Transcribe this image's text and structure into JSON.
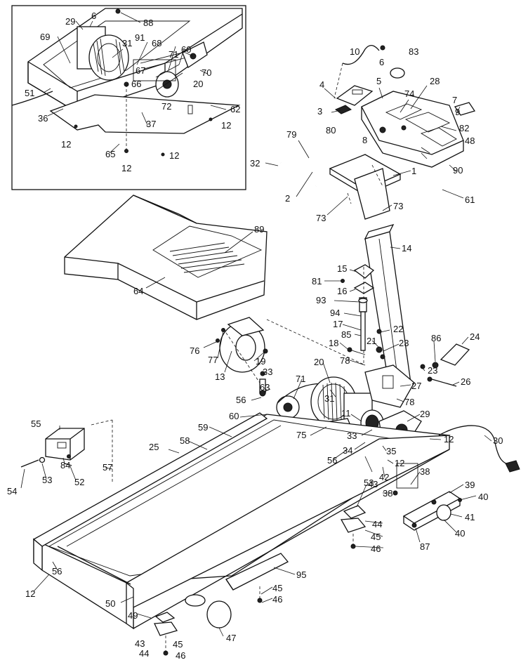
{
  "callouts": [
    {
      "id": "c29a",
      "text": "29"
    },
    {
      "id": "c6a",
      "text": "6"
    },
    {
      "id": "c88",
      "text": "88"
    },
    {
      "id": "c69",
      "text": "69"
    },
    {
      "id": "c31a",
      "text": "31"
    },
    {
      "id": "c91",
      "text": "91"
    },
    {
      "id": "c68",
      "text": "68"
    },
    {
      "id": "c71a",
      "text": "71"
    },
    {
      "id": "c60a",
      "text": "60"
    },
    {
      "id": "c67",
      "text": "67"
    },
    {
      "id": "c70",
      "text": "70"
    },
    {
      "id": "c66",
      "text": "66"
    },
    {
      "id": "c20a",
      "text": "20"
    },
    {
      "id": "c51",
      "text": "51"
    },
    {
      "id": "c72",
      "text": "72"
    },
    {
      "id": "c36",
      "text": "36"
    },
    {
      "id": "c37",
      "text": "37"
    },
    {
      "id": "c62",
      "text": "62"
    },
    {
      "id": "c12a",
      "text": "12"
    },
    {
      "id": "c12b",
      "text": "12"
    },
    {
      "id": "c65",
      "text": "65"
    },
    {
      "id": "c12c",
      "text": "12"
    },
    {
      "id": "c12d",
      "text": "12"
    },
    {
      "id": "c10",
      "text": "10"
    },
    {
      "id": "c83",
      "text": "83"
    },
    {
      "id": "c6b",
      "text": "6"
    },
    {
      "id": "c4",
      "text": "4"
    },
    {
      "id": "c5",
      "text": "5"
    },
    {
      "id": "c28",
      "text": "28"
    },
    {
      "id": "c74",
      "text": "74"
    },
    {
      "id": "c7",
      "text": "7"
    },
    {
      "id": "c3",
      "text": "3"
    },
    {
      "id": "c9",
      "text": "9"
    },
    {
      "id": "c8",
      "text": "8"
    },
    {
      "id": "c80",
      "text": "80"
    },
    {
      "id": "c82",
      "text": "82"
    },
    {
      "id": "c79",
      "text": "79"
    },
    {
      "id": "c48",
      "text": "48"
    },
    {
      "id": "c32",
      "text": "32"
    },
    {
      "id": "c90",
      "text": "90"
    },
    {
      "id": "c1",
      "text": "1"
    },
    {
      "id": "c2",
      "text": "2"
    },
    {
      "id": "c61",
      "text": "61"
    },
    {
      "id": "c73a",
      "text": "73"
    },
    {
      "id": "c73b",
      "text": "73"
    },
    {
      "id": "c89",
      "text": "89"
    },
    {
      "id": "c14",
      "text": "14"
    },
    {
      "id": "c15",
      "text": "15"
    },
    {
      "id": "c81",
      "text": "81"
    },
    {
      "id": "c16",
      "text": "16"
    },
    {
      "id": "c64",
      "text": "64"
    },
    {
      "id": "c93",
      "text": "93"
    },
    {
      "id": "c94",
      "text": "94"
    },
    {
      "id": "c17",
      "text": "17"
    },
    {
      "id": "c22",
      "text": "22"
    },
    {
      "id": "c85",
      "text": "85"
    },
    {
      "id": "c21",
      "text": "21"
    },
    {
      "id": "c86",
      "text": "86"
    },
    {
      "id": "c24",
      "text": "24"
    },
    {
      "id": "c18",
      "text": "18"
    },
    {
      "id": "c23a",
      "text": "23"
    },
    {
      "id": "c76",
      "text": "76"
    },
    {
      "id": "c77",
      "text": "77"
    },
    {
      "id": "c19",
      "text": "19"
    },
    {
      "id": "c78a",
      "text": "78"
    },
    {
      "id": "c20b",
      "text": "20"
    },
    {
      "id": "c23b",
      "text": "23"
    },
    {
      "id": "c13",
      "text": "13"
    },
    {
      "id": "c33a",
      "text": "33"
    },
    {
      "id": "c26",
      "text": "26"
    },
    {
      "id": "c27",
      "text": "27"
    },
    {
      "id": "c71b",
      "text": "71"
    },
    {
      "id": "c31b",
      "text": "31"
    },
    {
      "id": "c78b",
      "text": "78"
    },
    {
      "id": "c63",
      "text": "63"
    },
    {
      "id": "c56a",
      "text": "56"
    },
    {
      "id": "c11",
      "text": "11"
    },
    {
      "id": "c29b",
      "text": "29"
    },
    {
      "id": "c60b",
      "text": "60"
    },
    {
      "id": "c59",
      "text": "59"
    },
    {
      "id": "c33b",
      "text": "33"
    },
    {
      "id": "c35",
      "text": "35"
    },
    {
      "id": "c55",
      "text": "55"
    },
    {
      "id": "c25",
      "text": "25"
    },
    {
      "id": "c58",
      "text": "58"
    },
    {
      "id": "c75",
      "text": "75"
    },
    {
      "id": "c34",
      "text": "34"
    },
    {
      "id": "c12e",
      "text": "12"
    },
    {
      "id": "c30",
      "text": "30"
    },
    {
      "id": "c56b",
      "text": "56"
    },
    {
      "id": "c12f",
      "text": "12"
    },
    {
      "id": "c84",
      "text": "84"
    },
    {
      "id": "c57",
      "text": "57"
    },
    {
      "id": "c53a",
      "text": "53"
    },
    {
      "id": "c42",
      "text": "42"
    },
    {
      "id": "c38a",
      "text": "38"
    },
    {
      "id": "c54",
      "text": "54"
    },
    {
      "id": "c53b",
      "text": "53"
    },
    {
      "id": "c52",
      "text": "52"
    },
    {
      "id": "c39",
      "text": "39"
    },
    {
      "id": "c43a",
      "text": "43"
    },
    {
      "id": "c38b",
      "text": "38"
    },
    {
      "id": "c40a",
      "text": "40"
    },
    {
      "id": "c44a",
      "text": "44"
    },
    {
      "id": "c41",
      "text": "41"
    },
    {
      "id": "c45a",
      "text": "45"
    },
    {
      "id": "c40b",
      "text": "40"
    },
    {
      "id": "c46a",
      "text": "46"
    },
    {
      "id": "c87",
      "text": "87"
    },
    {
      "id": "c56c",
      "text": "56"
    },
    {
      "id": "c95",
      "text": "95"
    },
    {
      "id": "c12g",
      "text": "12"
    },
    {
      "id": "c45b",
      "text": "45"
    },
    {
      "id": "c50",
      "text": "50"
    },
    {
      "id": "c46b",
      "text": "46"
    },
    {
      "id": "c49",
      "text": "49"
    },
    {
      "id": "c47",
      "text": "47"
    },
    {
      "id": "c43b",
      "text": "43"
    },
    {
      "id": "c45c",
      "text": "45"
    },
    {
      "id": "c44b",
      "text": "44"
    },
    {
      "id": "c46c",
      "text": "46"
    }
  ]
}
